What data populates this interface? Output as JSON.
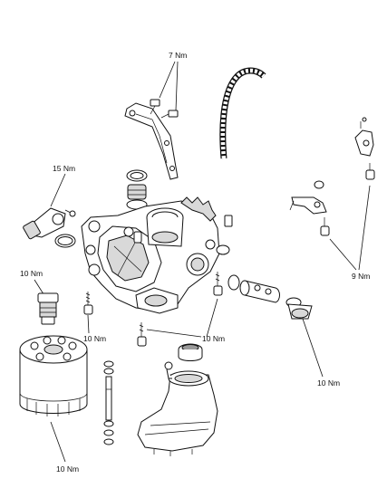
{
  "labels": {
    "torque_7_top": "7 Nm",
    "torque_15_left": "15 Nm",
    "torque_10_filter_adapter": "10 Nm",
    "torque_10_left_bolt": "10 Nm",
    "torque_10_center_bolts": "10 Nm",
    "torque_10_plug": "10 Nm",
    "torque_9_right": "9 Nm",
    "torque_10_filter": "10 Nm"
  },
  "colors": {
    "line": "#111111",
    "shade": "#d9d9d9",
    "dark": "#9a9a9a"
  }
}
